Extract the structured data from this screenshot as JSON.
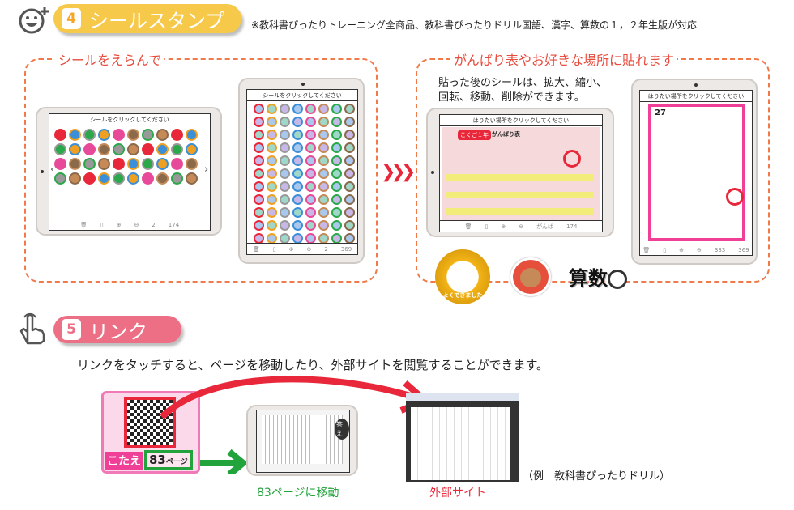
{
  "section4": {
    "number": "4",
    "title": "シールスタンプ",
    "note": "※教科書ぴったりトレーニング全商品、教科書ぴったりドリル国語、漢字、算数の１，２年生版が対応",
    "left_box": {
      "label": "シールをえらんで",
      "tablet_landscape": {
        "header": "シールをクリックしてください",
        "page": "2",
        "total": "174"
      },
      "tablet_portrait": {
        "header": "シールをクリックしてください",
        "page": "2",
        "total": "369"
      }
    },
    "right_box": {
      "label": "がんばり表やお好きな場所に貼れます",
      "description_line1": "貼った後のシールは、拡大、縮小、",
      "description_line2": "回転、移動、削除ができます。",
      "tablet_landscape": {
        "header": "はりたい場所をクリックしてください",
        "page": "がんば",
        "total": "174",
        "banner": "こくご１年",
        "banner2": "がんばり表"
      },
      "tablet_portrait": {
        "header": "はりたい場所をクリックしてください",
        "page": "333",
        "total": "369",
        "unit": "27"
      },
      "stickers": {
        "medal": "よくできました",
        "math": "算数"
      }
    }
  },
  "section5": {
    "number": "5",
    "title": "リンク",
    "description": "リンクをタッチすると、ページを移動したり、外部サイトを閲覧することができます。",
    "qr_card": {
      "answer": "こたえ",
      "page": "83",
      "page_suffix": "ページ"
    },
    "tablet_label": "83ページに移動",
    "tablet_badge": "答え",
    "site_label": "外部サイト",
    "example": "（例　教科書ぴったりドリル）"
  },
  "colors": {
    "yellow": "#f6c94a",
    "pink": "#ec6f86",
    "red": "#e8283a",
    "green": "#22a33c",
    "dash": "#f07a4a"
  }
}
